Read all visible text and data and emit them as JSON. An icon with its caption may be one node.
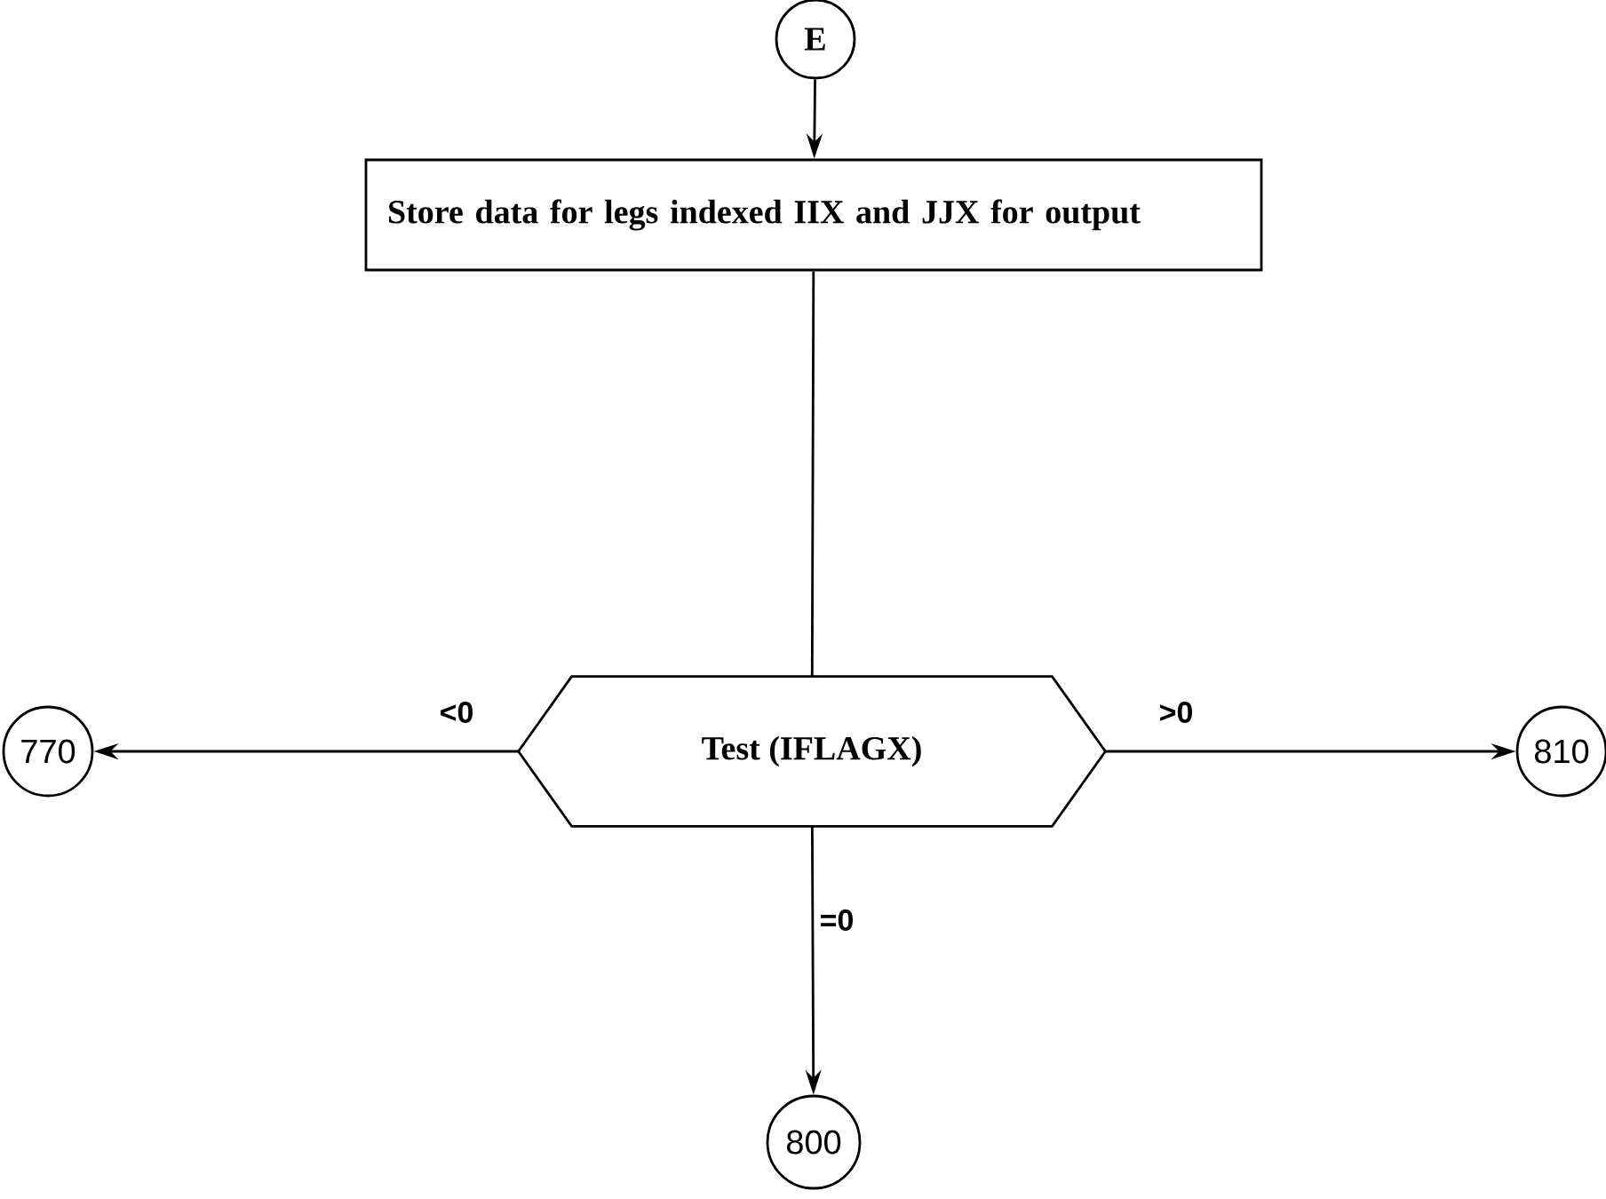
{
  "diagram": {
    "nodes": [
      {
        "text": [
          "E"
        ]
      },
      {
        "text": [
          "Store data for legs indexed IIX and JJX for output"
        ]
      },
      {
        "text": [
          "Test (IFLAGX)"
        ]
      },
      {
        "text": [
          "770"
        ]
      },
      {
        "text": [
          "810"
        ]
      },
      {
        "text": [
          "800"
        ]
      }
    ],
    "edges": [
      {
        "from": 0,
        "to": 1,
        "arrow": "to"
      },
      {
        "from": 1,
        "to": 2,
        "arrow": "none"
      },
      {
        "from": 2,
        "to": 3,
        "arrow": "to",
        "label": "<0"
      },
      {
        "from": 2,
        "to": 4,
        "arrow": "to",
        "label": ">0"
      },
      {
        "from": 2,
        "to": 5,
        "arrow": "to",
        "label": "=0"
      }
    ]
  }
}
